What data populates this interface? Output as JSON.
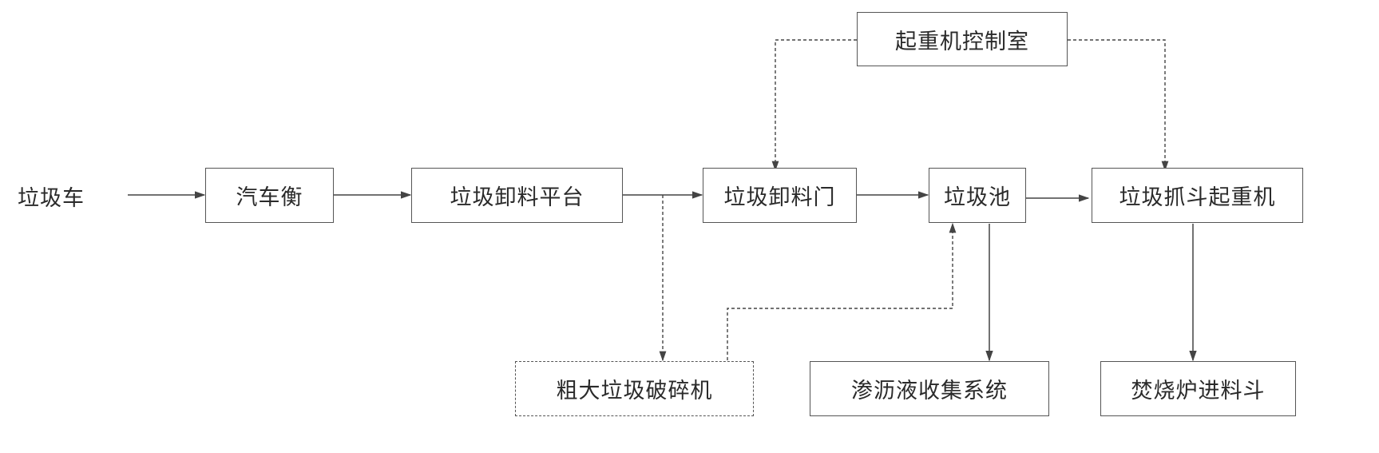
{
  "nodes": {
    "source": "垃圾车",
    "truck_scale": "汽车衡",
    "unloading_platform": "垃圾卸料平台",
    "unloading_door": "垃圾卸料门",
    "garbage_pit": "垃圾池",
    "grab_crane": "垃圾抓斗起重机",
    "crane_control_room": "起重机控制室",
    "bulky_crusher": "粗大垃圾破碎机",
    "leachate_system": "渗沥液收集系统",
    "incinerator_hopper": "焚烧炉进料斗"
  },
  "edges": [
    {
      "from": "source",
      "to": "truck_scale",
      "style": "solid"
    },
    {
      "from": "truck_scale",
      "to": "unloading_platform",
      "style": "solid"
    },
    {
      "from": "unloading_platform",
      "to": "unloading_door",
      "style": "solid"
    },
    {
      "from": "unloading_door",
      "to": "garbage_pit",
      "style": "solid"
    },
    {
      "from": "garbage_pit",
      "to": "grab_crane",
      "style": "solid"
    },
    {
      "from": "crane_control_room",
      "to": "unloading_door",
      "style": "dashed"
    },
    {
      "from": "crane_control_room",
      "to": "grab_crane",
      "style": "dashed"
    },
    {
      "from": "unloading_platform",
      "to": "bulky_crusher",
      "style": "dashed"
    },
    {
      "from": "bulky_crusher",
      "to": "garbage_pit",
      "style": "dashed"
    },
    {
      "from": "garbage_pit",
      "to": "leachate_system",
      "style": "solid"
    },
    {
      "from": "grab_crane",
      "to": "incinerator_hopper",
      "style": "solid"
    }
  ]
}
